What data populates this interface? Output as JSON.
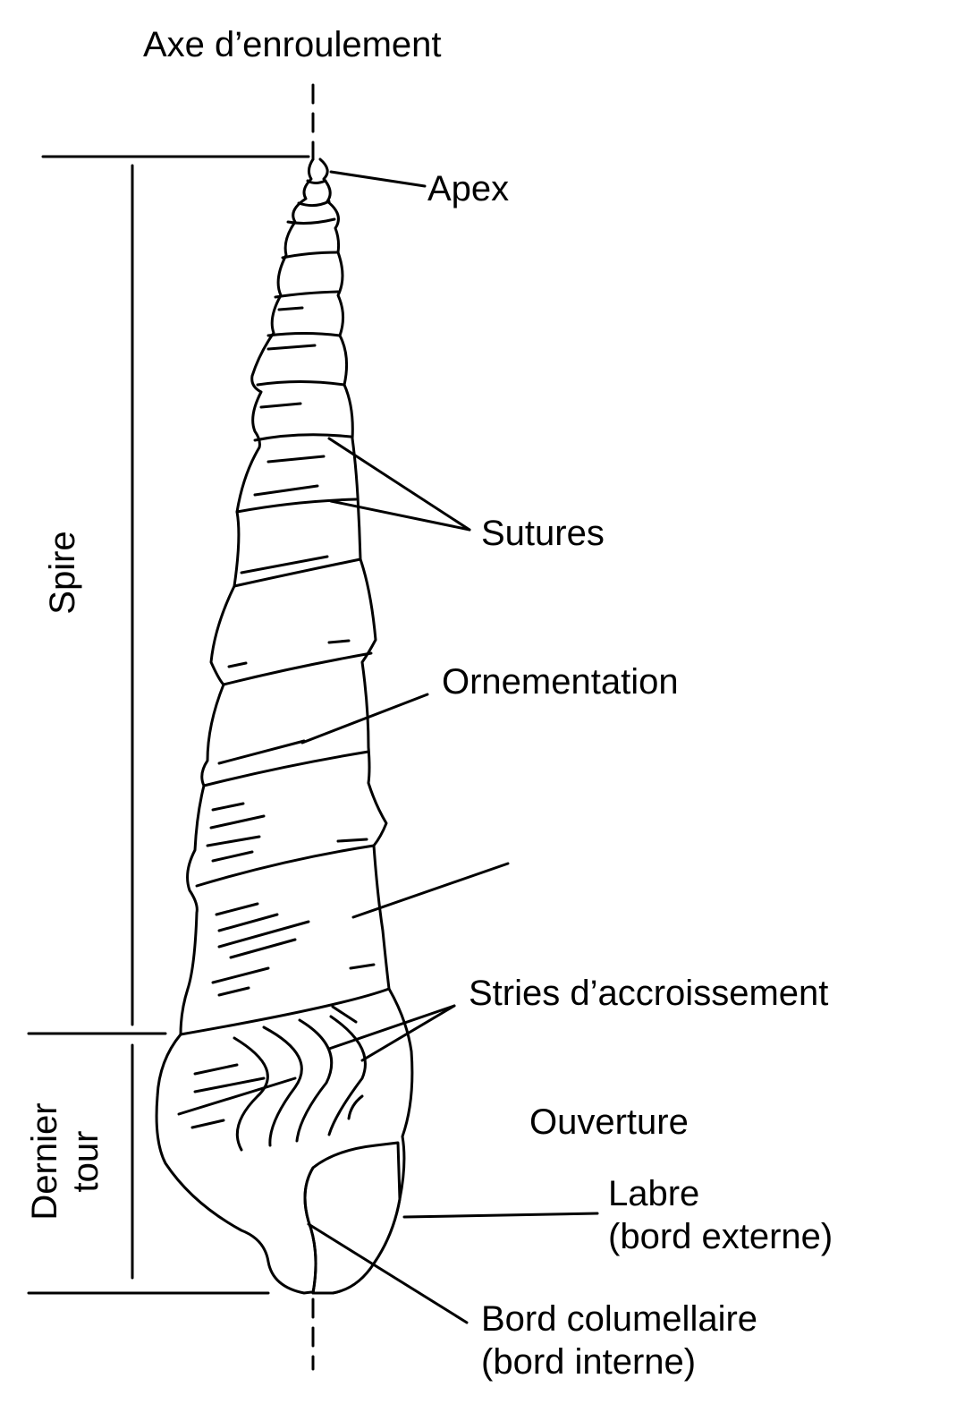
{
  "labels": {
    "axis": "Axe d’enroulement",
    "apex": "Apex",
    "sutures": "Sutures",
    "ornementation": "Ornementation",
    "stries": "Stries d’accroissement",
    "ouverture": "Ouverture",
    "labre_1": "Labre",
    "labre_2": "(bord externe)",
    "columellaire_1": "Bord columellaire",
    "columellaire_2": "(bord interne)",
    "spire": "Spire",
    "dernier_1": "Dernier",
    "dernier_2": "tour"
  },
  "colors": {
    "ink": "#000000",
    "paper": "#ffffff"
  }
}
